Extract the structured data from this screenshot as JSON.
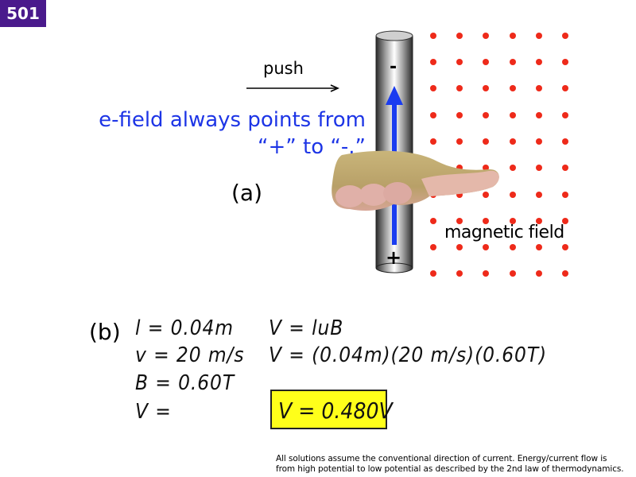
{
  "slide": {
    "number_badge": "501",
    "badge_color": "#4a1a8c"
  },
  "diagram_a": {
    "push_label": "push",
    "efield_line1": "e-field always points from",
    "efield_line2": "“+” to “-.”",
    "efield_color": "#1d35e6",
    "part_label": "(a)",
    "rod_top_sign": "-",
    "rod_bottom_sign": "+",
    "magnetic_label": "magnetic field",
    "dot_color": "#ee2a1a",
    "dot_columns": [
      545,
      578,
      611,
      645,
      678,
      711
    ],
    "dot_rows": [
      45,
      78,
      111,
      145,
      178,
      211,
      245,
      278,
      311,
      344
    ]
  },
  "part_b": {
    "part_label": "(b)",
    "givens": [
      "l = 0.04m",
      "v = 20 m/s",
      "B = 0.60T",
      "V ="
    ],
    "equations": [
      "V = luB",
      "V = (0.04m)(20 m/s)(0.60T)"
    ],
    "answer": "V = 0.480V",
    "answer_bg": "#ffff1a"
  },
  "footnote": {
    "line1": "All solutions assume the conventional direction of current. Energy/current flow is",
    "line2": "from high potential to low potential as described by the 2nd law of thermodynamics."
  }
}
